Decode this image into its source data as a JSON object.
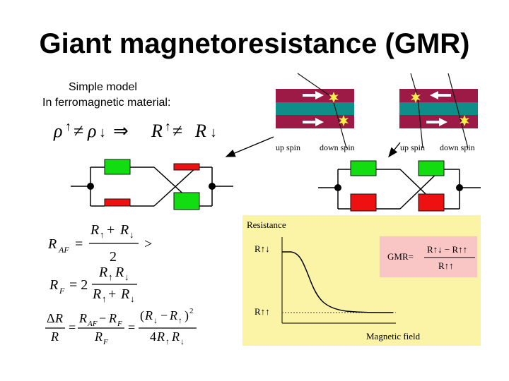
{
  "title": "Giant magnetoresistance (GMR)",
  "subtitle": {
    "line1": "Simple model",
    "line2": "In ferromagnetic material:"
  },
  "spin_labels": {
    "up": "up spin",
    "down": "down spin"
  },
  "graph": {
    "ylabel": "Resistance",
    "xlabel": "Magnetic field",
    "r_antiparallel": "R↑↓",
    "r_parallel": "R↑↑",
    "gmr_label": "GMR=",
    "gmr_numerator": "R↑↓ − R↑↑",
    "gmr_denominator": "R↑↑"
  },
  "colors": {
    "layer_red": "#9c1a45",
    "layer_teal": "#0e8d89",
    "arrow": "#ffffff",
    "star": "#f7ef4a",
    "resistor_green": "#11dd11",
    "resistor_red": "#ee1111",
    "graph_bg": "#fbf3a6",
    "gmr_box": "#f9c5c5"
  }
}
